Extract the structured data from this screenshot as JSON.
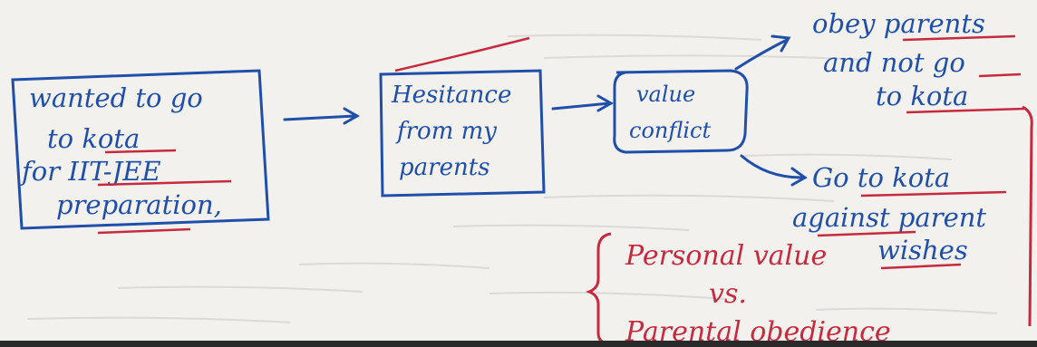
{
  "colors": {
    "paper": "#f3f1ee",
    "blue_ink": "#1f4fa8",
    "red_ink": "#c62a3e",
    "faint_text": "#d8d6d2",
    "rule": "#2a2a2a"
  },
  "boxes": {
    "desire": {
      "lines": [
        "wanted to go",
        "to kota",
        "for IIT-JEE",
        "preparation,"
      ]
    },
    "hesitance": {
      "lines": [
        "Hesitance",
        "from my",
        "parents"
      ]
    },
    "conflict": {
      "lines": [
        "value",
        "conflict"
      ]
    }
  },
  "outcomes": {
    "obey": {
      "lines": [
        "obey parents",
        "and not go",
        "to kota"
      ]
    },
    "go_against": {
      "lines": [
        "Go to kota",
        "against parent",
        "wishes"
      ]
    }
  },
  "annotation": {
    "lines": [
      "Personal value",
      "vs.",
      "Parental obedience"
    ]
  }
}
